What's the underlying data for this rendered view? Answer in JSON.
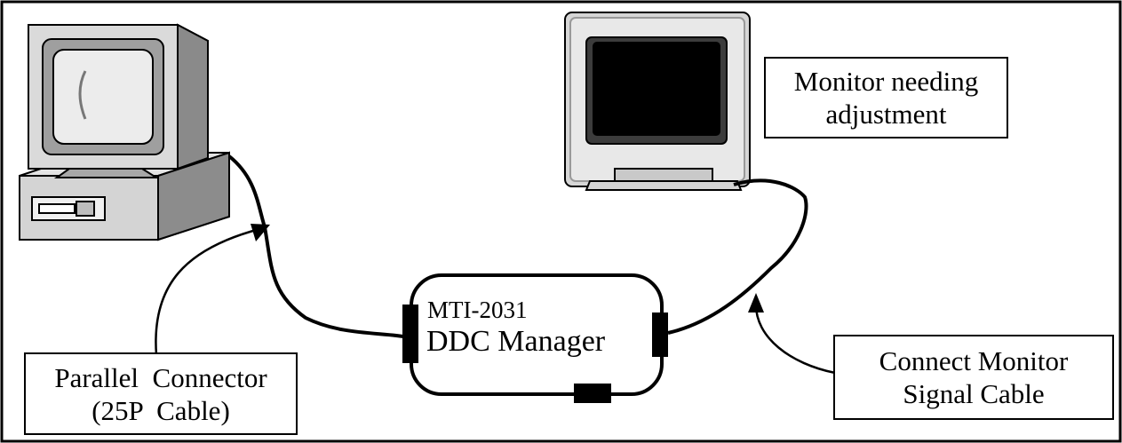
{
  "labels": {
    "monitor": {
      "line1": "Monitor needing",
      "line2": "adjustment"
    },
    "parallel": {
      "line1": "Parallel  Connector",
      "line2": "(25P  Cable)"
    },
    "connect": {
      "line1": "Connect Monitor",
      "line2": "Signal Cable"
    }
  },
  "device": {
    "model": "MTI-2031",
    "name": "DDC Manager"
  },
  "colors": {
    "line": "#000000",
    "device_body": "#d9d9d9",
    "screen": "#000000"
  }
}
